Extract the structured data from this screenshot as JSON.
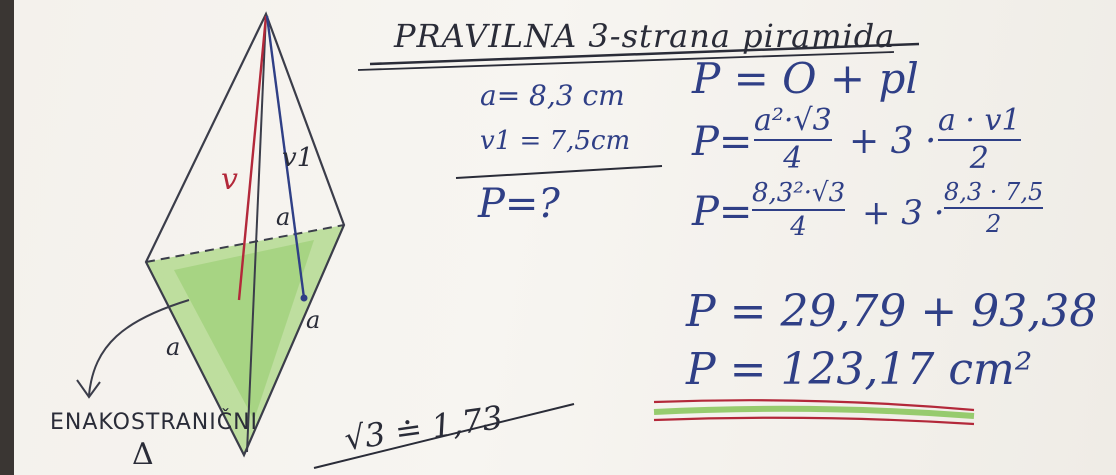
{
  "title": "PRAVILNA 3-strana piramida",
  "given": {
    "a": "a= 8,3 cm",
    "v1": "v1 = 7,5cm",
    "find": "P=?"
  },
  "figure": {
    "label_v": "v",
    "label_v1": "v1",
    "label_a_inner": "a",
    "label_a_right": "a",
    "label_a_left": "a",
    "base_label": "ENAKOSTRANIČNI",
    "triangle_symbol": "Δ"
  },
  "sqrt_note": "√3 ≐ 1,73",
  "formulas": {
    "line1": "P = O + pl",
    "line2": {
      "lead": "P=",
      "frac1_num": "a²·√3",
      "frac1_den": "4",
      "mid": "+ 3 ·",
      "frac2_num": "a · v1",
      "frac2_den": "2"
    },
    "line3": {
      "lead": "P=",
      "frac1_num": "8,3²·√3",
      "frac1_den": "4",
      "mid": "+ 3 ·",
      "frac2_num": "8,3 · 7,5",
      "frac2_den": "2"
    },
    "line4": "P = 29,79 + 93,38",
    "line5": "P = 123,17 cm²"
  },
  "colors": {
    "ink_blue": "#2f3f86",
    "ink_red": "#b3283a",
    "highlight_green": "#7fc24f"
  }
}
